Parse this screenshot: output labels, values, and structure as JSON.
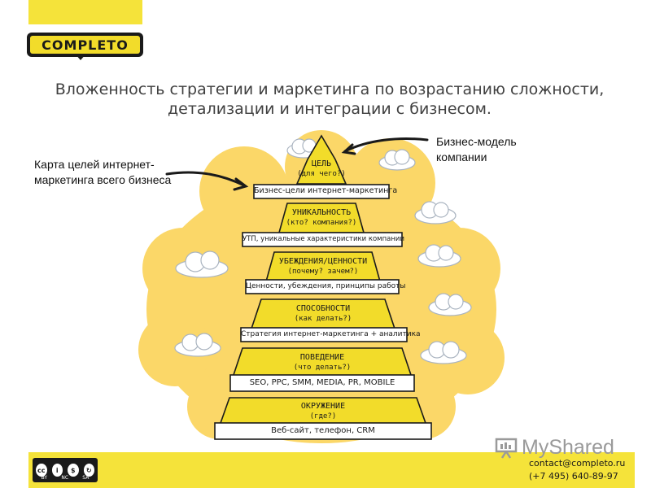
{
  "brand": {
    "logo_text": "COMPLETO"
  },
  "title": "Вложенность стратегии и маркетинга по возрастанию сложности, детализации и интеграции с бизнесом.",
  "annotations": {
    "left": "Карта целей интернет-маркетинга всего бизнеса",
    "right": "Бизнес-модель компании"
  },
  "pyramid": [
    {
      "title": "ЦЕЛЬ",
      "question": "(для чего?)",
      "plate": "Бизнес-цели интернет-маркетинга"
    },
    {
      "title": "УНИКАЛЬНОСТЬ",
      "question": "(кто? компания?)",
      "plate": "УТП, уникальные характеристики компании"
    },
    {
      "title": "УБЕЖДЕНИЯ/ЦЕННОСТИ",
      "question": "(почему? зачем?)",
      "plate": "Ценности, убеждения, принципы работы"
    },
    {
      "title": "СПОСОБНОСТИ",
      "question": "(как делать?)",
      "plate": "Стратегия интернет-маркетинга + аналитика"
    },
    {
      "title": "ПОВЕДЕНИЕ",
      "question": "(что делать?)",
      "plate": "SEO, PPC, SMM, MEDIA, PR, MOBILE"
    },
    {
      "title": "ОКРУЖЕНИЕ",
      "question": "(где?)",
      "plate": "Веб-сайт, телефон, CRM"
    }
  ],
  "footer": {
    "license_icons": [
      "cc",
      "by",
      "nc",
      "sa"
    ],
    "license_tags": [
      "BY",
      "NC",
      "SA"
    ],
    "watermark": "MyShared",
    "email": "contact@completo.ru",
    "phone": "(+7 495)  640-89-97"
  },
  "colors": {
    "yellow": "#f5e33a",
    "band": "#f2dc2a",
    "cloud_bg": "#fbd768",
    "dark": "#1a1a1a"
  }
}
